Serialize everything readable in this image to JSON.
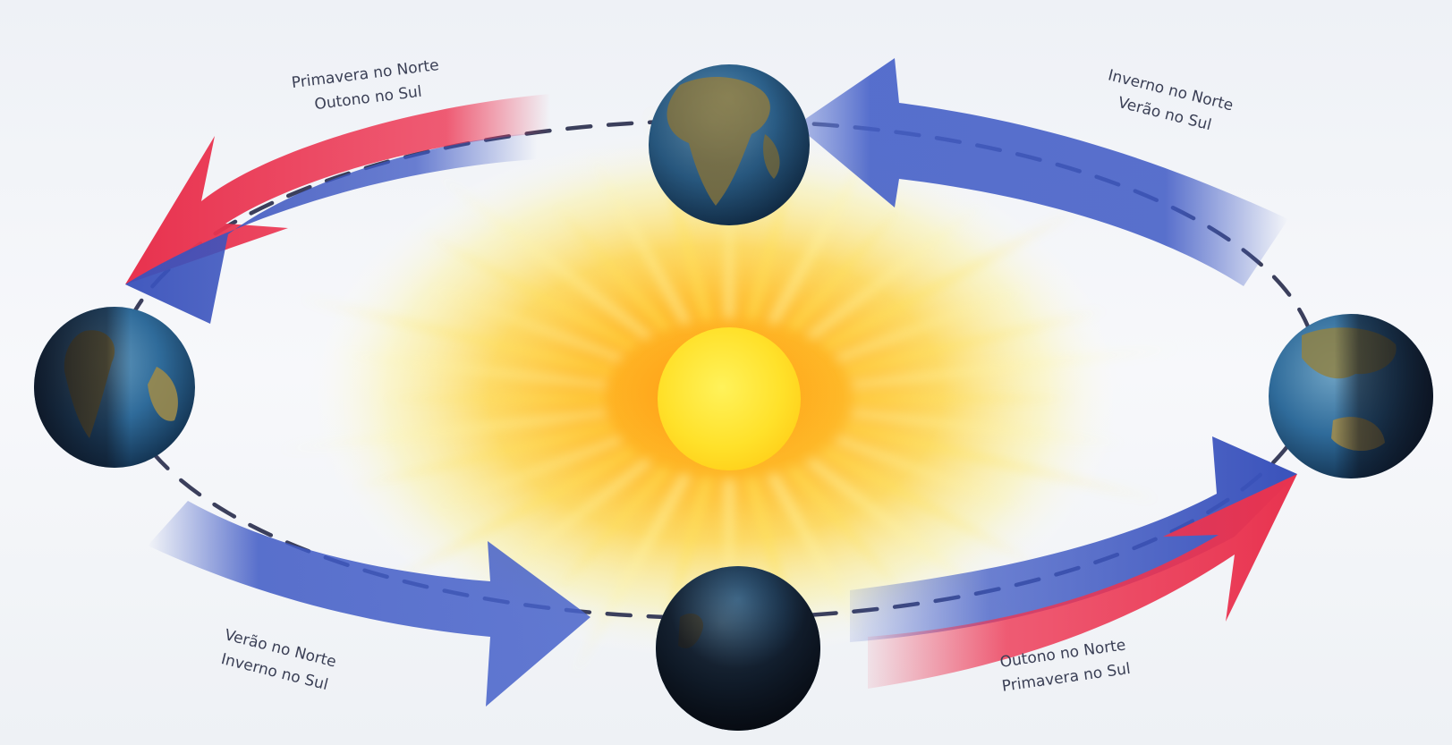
{
  "diagram": {
    "seasons": [
      {
        "id": "top-left",
        "line1": "Primavera no Norte",
        "line2": "Outono no Sul"
      },
      {
        "id": "top-right",
        "line1": "Inverno no Norte",
        "line2": "Verão no Sul"
      },
      {
        "id": "bottom-left",
        "line1": "Verão no Norte",
        "line2": "Inverno no Sul"
      },
      {
        "id": "bottom-right",
        "line1": "Outono no Norte",
        "line2": "Primavera no Sul"
      }
    ],
    "colors": {
      "sun_core": "#ffe32a",
      "sun_glow": "#ffb81e",
      "orbit": "#3b3f5c",
      "arrow_blue": "#3d58c4",
      "arrow_red": "#ee3552",
      "ocean": "#2f6b9a",
      "land": "#9a8a4c",
      "label_text": "#3a3f55"
    }
  }
}
